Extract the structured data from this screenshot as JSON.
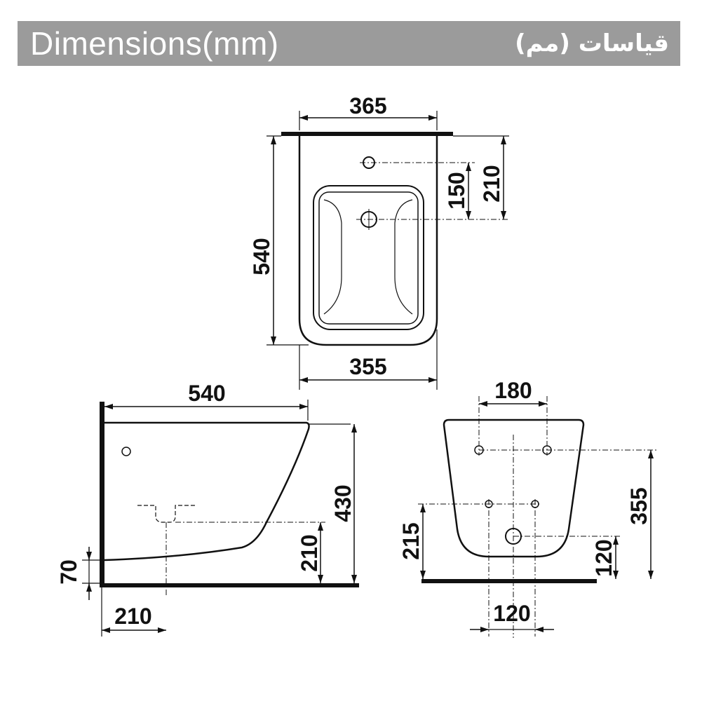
{
  "header": {
    "title_en": "Dimensions(mm)",
    "title_fa": "قیاسات (مم)"
  },
  "colors": {
    "banner": "#9b9b9b",
    "banner_text": "#ffffff",
    "line": "#111111"
  },
  "top_view": {
    "width_top": "365",
    "depth": "540",
    "width_bottom": "355",
    "hole_offset": "150",
    "tap_offset": "210"
  },
  "side_view": {
    "depth": "540",
    "height": "430",
    "fixing_height": "210",
    "floor_gap": "70",
    "wall_offset": "210"
  },
  "front_view": {
    "fixing_spacing": "180",
    "fixing_height": "355",
    "lower_fixing_height": "215",
    "waste_height": "120",
    "waste_spacing": "120"
  }
}
